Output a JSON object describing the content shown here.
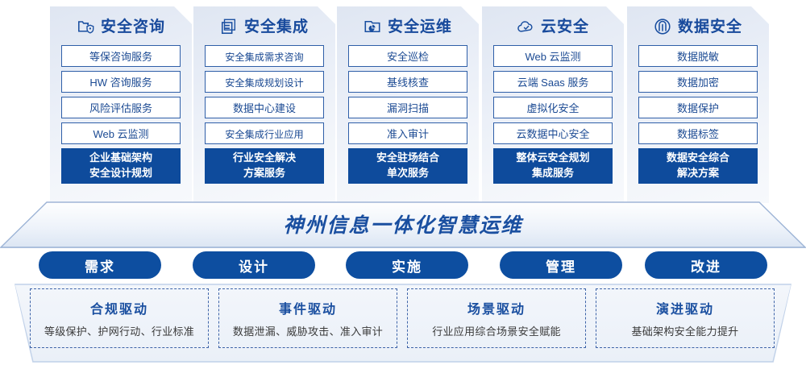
{
  "panels": [
    {
      "icon": "folder-shield-icon",
      "title": "安全咨询",
      "items": [
        "等保咨询服务",
        "HW 咨询服务",
        "风险评估服务",
        "Web 云监测"
      ],
      "final": [
        "企业基础架构",
        "安全设计规划"
      ]
    },
    {
      "icon": "stacked-servers-icon",
      "title": "安全集成",
      "items": [
        "安全集成需求咨询",
        "安全集成规划设计",
        "数据中心建设",
        "安全集成行业应用"
      ],
      "final": [
        "行业安全解决",
        "方案服务"
      ]
    },
    {
      "icon": "monitor-pie-icon",
      "title": "安全运维",
      "items": [
        "安全巡检",
        "基线核查",
        "漏洞扫描",
        "准入审计"
      ],
      "final": [
        "安全驻场结合",
        "单次服务"
      ]
    },
    {
      "icon": "cloud-check-icon",
      "title": "云安全",
      "items": [
        "Web 云监测",
        "云端 Saas 服务",
        "虚拟化安全",
        "云数据中心安全"
      ],
      "final": [
        "整体云安全规划",
        "集成服务"
      ]
    },
    {
      "icon": "fingerprint-icon",
      "title": "数据安全",
      "items": [
        "数据脱敏",
        "数据加密",
        "数据保护",
        "数据标签"
      ],
      "final": [
        "数据安全综合",
        "解决方案"
      ]
    }
  ],
  "banner": {
    "text": "神州信息一体化智慧运维"
  },
  "pills": [
    "需求",
    "设计",
    "实施",
    "管理",
    "改进"
  ],
  "drivers": [
    {
      "title": "合规驱动",
      "sub": "等级保护、护网行动、行业标准"
    },
    {
      "title": "事件驱动",
      "sub": "数据泄漏、威胁攻击、准入审计"
    },
    {
      "title": "场景驱动",
      "sub": "行业应用综合场景安全赋能"
    },
    {
      "title": "演进驱动",
      "sub": "基础架构安全能力提升"
    }
  ],
  "colors": {
    "brand_blue": "#0d4ea0",
    "title_blue": "#1a4fa0",
    "item_border": "#2f5fa8",
    "panel_bg": "#e9eef7"
  }
}
